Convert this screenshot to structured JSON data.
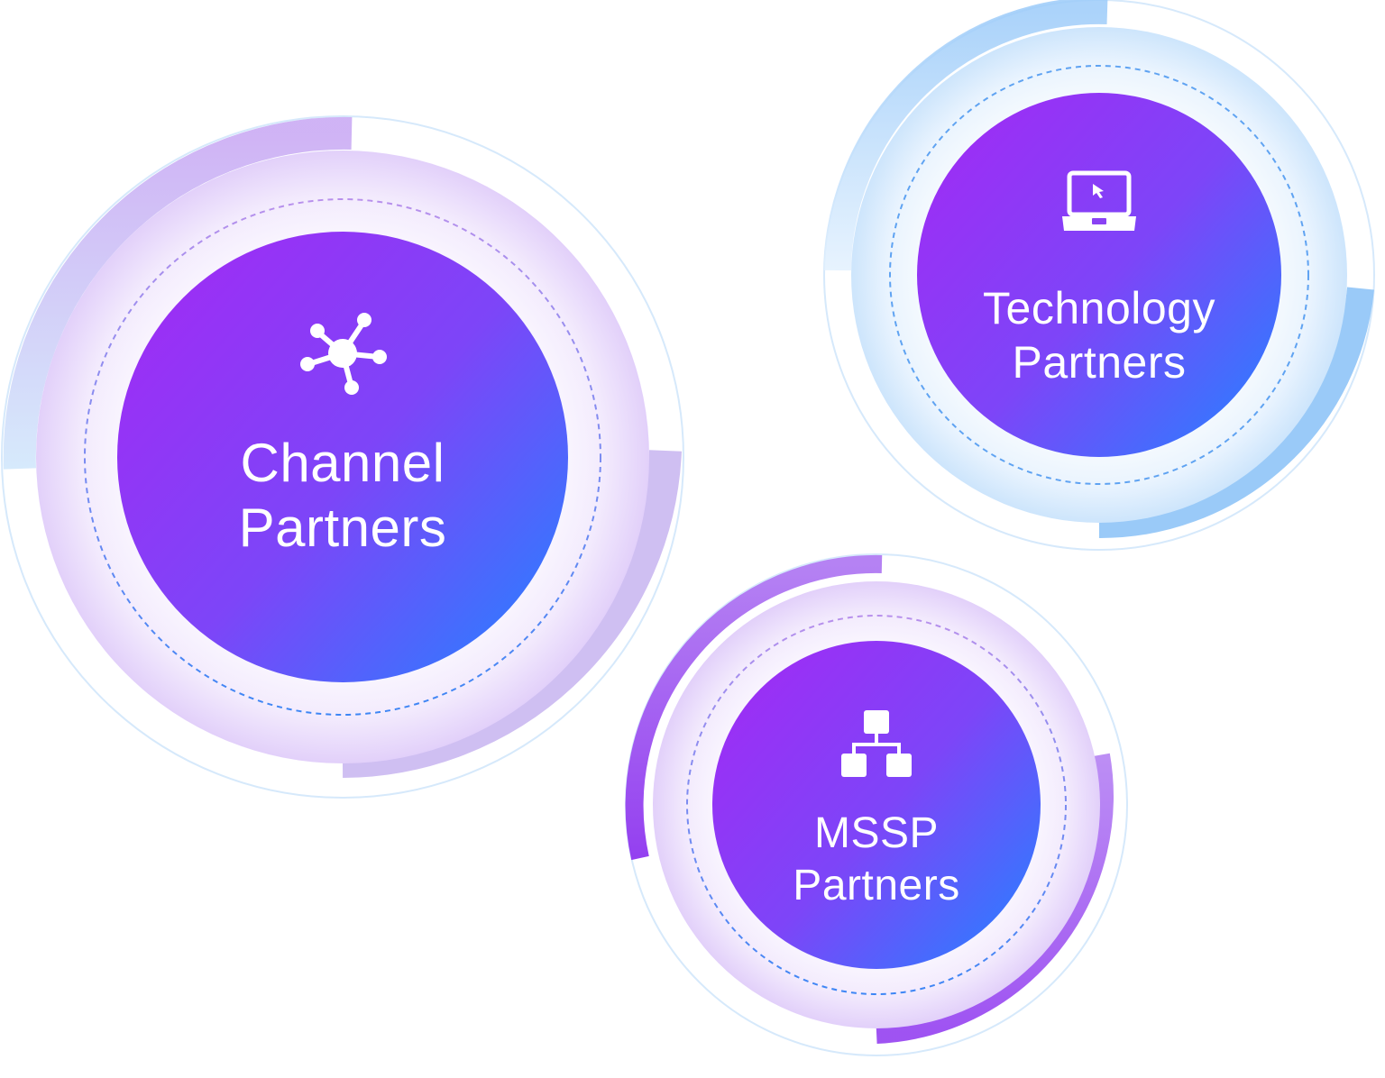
{
  "partners": [
    {
      "key": "channel",
      "icon": "network-hub-icon",
      "line1": "Channel",
      "line2": "Partners"
    },
    {
      "key": "technology",
      "icon": "laptop-cursor-icon",
      "line1": "Technology",
      "line2": "Partners"
    },
    {
      "key": "mssp",
      "icon": "hierarchy-icon",
      "line1": "MSSP",
      "line2": "Partners"
    }
  ],
  "colors": {
    "gradient_start": "#9B2FF5",
    "gradient_end": "#2F7BFF",
    "violet_halo": "#E9DBFB",
    "blue_halo": "#D4E9FD",
    "violet_arc": "#BE93F4",
    "blue_arc": "#96CAF8",
    "dash_violet": "#A878E6",
    "dash_blue": "#2F7BFF"
  }
}
